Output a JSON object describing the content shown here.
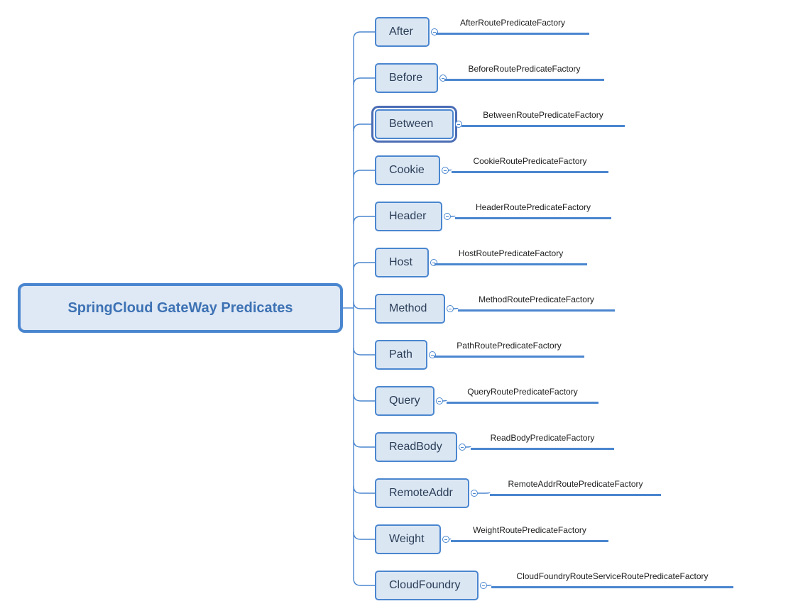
{
  "root": {
    "label": "SpringCloud GateWay Predicates"
  },
  "colors": {
    "accent": "#4a86cf",
    "node_fill": "#dbe6f3",
    "root_text": "#3d72b4",
    "selected_ring": "#4a6db5"
  },
  "branches": [
    {
      "label": "After",
      "factory": "AfterRoutePredicateFactory",
      "selected": false
    },
    {
      "label": "Before",
      "factory": "BeforeRoutePredicateFactory",
      "selected": false
    },
    {
      "label": "Between",
      "factory": "BetweenRoutePredicateFactory",
      "selected": true
    },
    {
      "label": "Cookie",
      "factory": "CookieRoutePredicateFactory",
      "selected": false
    },
    {
      "label": "Header",
      "factory": "HeaderRoutePredicateFactory",
      "selected": false
    },
    {
      "label": "Host",
      "factory": "HostRoutePredicateFactory",
      "selected": false
    },
    {
      "label": "Method",
      "factory": "MethodRoutePredicateFactory",
      "selected": false
    },
    {
      "label": "Path",
      "factory": "PathRoutePredicateFactory",
      "selected": false
    },
    {
      "label": "Query",
      "factory": "QueryRoutePredicateFactory",
      "selected": false
    },
    {
      "label": "ReadBody",
      "factory": "ReadBodyPredicateFactory",
      "selected": false
    },
    {
      "label": "RemoteAddr",
      "factory": "RemoteAddrRoutePredicateFactory",
      "selected": false
    },
    {
      "label": "Weight",
      "factory": "WeightRoutePredicateFactory",
      "selected": false
    },
    {
      "label": "CloudFoundry",
      "factory": "CloudFoundryRouteServiceRoutePredicateFactory",
      "selected": false
    }
  ]
}
